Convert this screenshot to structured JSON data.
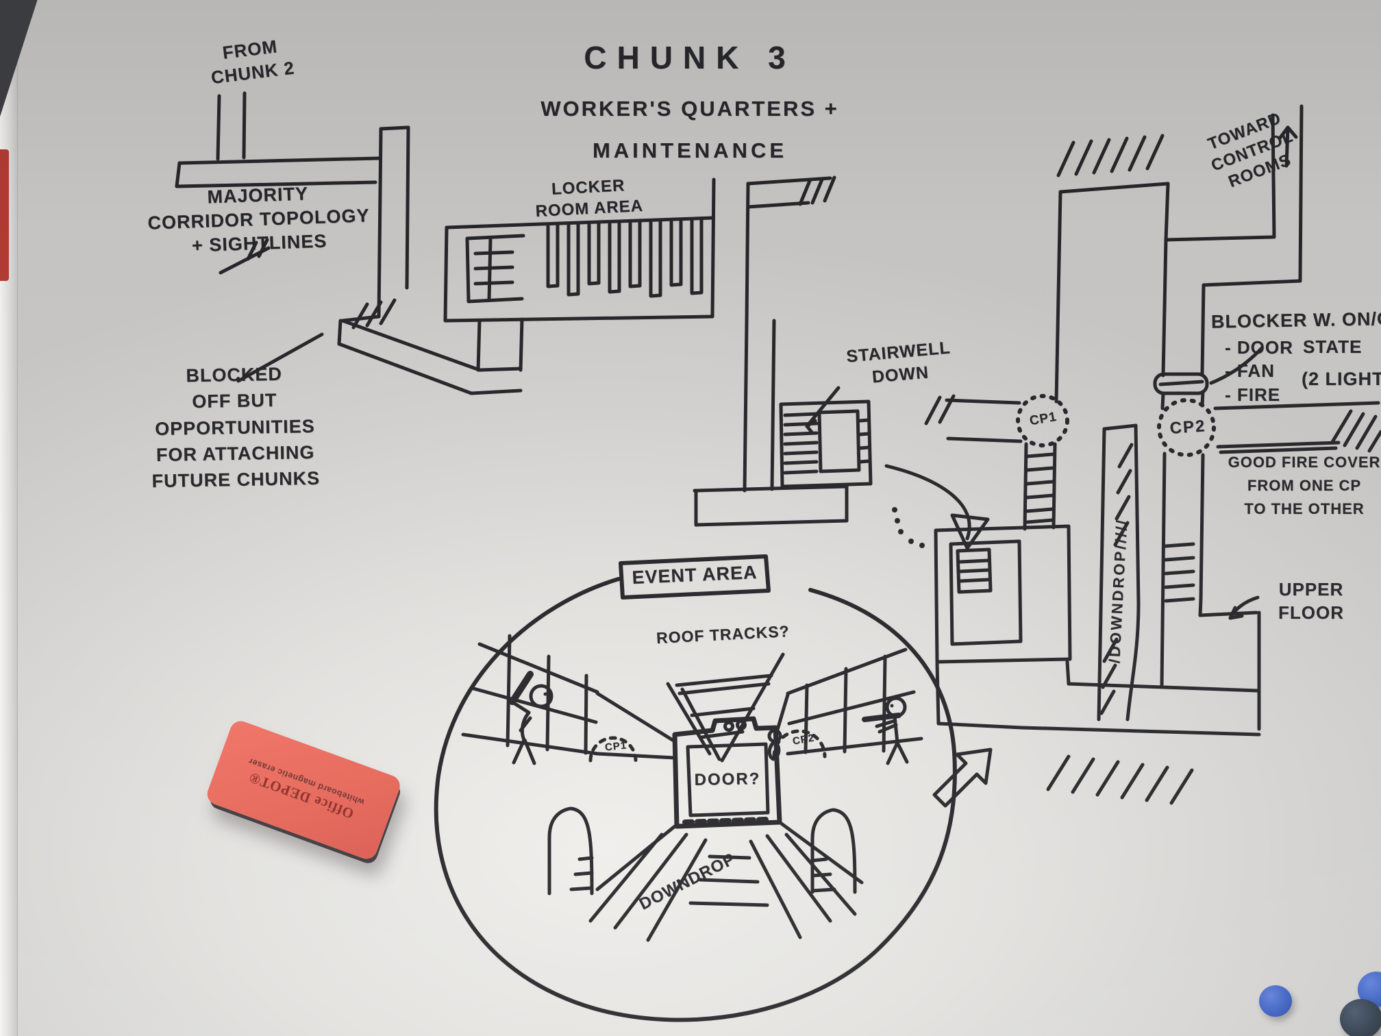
{
  "title": {
    "line1": "CHUNK 3",
    "line2": "WORKER'S QUARTERS +",
    "line3": "MAINTENANCE"
  },
  "map": {
    "from_chunk2": "FROM\nCHUNK 2",
    "majority": "MAJORITY\nCORRIDOR TOPOLOGY\n+ SIGHTLINES",
    "blocked_off": "BLOCKED\nOFF BUT\nOPPORTUNITIES\nFOR ATTACHING\nFUTURE CHUNKS",
    "locker_room": "LOCKER\nROOM AREA",
    "stairwell_down": "STAIRWELL\nDOWN",
    "toward_control_rooms": "TOWARD\nCONTROL\nROOMS",
    "blocker_line": "BLOCKER W. ON/OFF",
    "blocker_state": "STATE",
    "blocker_items": "- DOOR\n- FAN\n- FIRE",
    "blocker_lights": "(2 LIGHT",
    "good_fire_cover": "GOOD FIRE COVER\nFROM ONE CP\nTO THE OTHER",
    "upper_floor": "UPPER\nFLOOR",
    "downdrop_channel": "/DOWNDROP/////",
    "cp1": "CP1",
    "cp2": "CP2"
  },
  "event_area": {
    "label": "EVENT AREA",
    "roof_tracks": "ROOF TRACKS?",
    "door": "DOOR?",
    "downdrop": "DOWNDROP",
    "cp1": "CP1",
    "cp2": "CP2"
  },
  "eraser": {
    "brand": "Office DEPOT®",
    "label": "whiteboard magnetic eraser"
  },
  "colors": {
    "ink": "#26262a",
    "eraser_body": "#e96a5e",
    "magnet_blue": "#3a5fc0",
    "magnet_dark": "#2c3947",
    "edge_red": "#b33b31"
  }
}
